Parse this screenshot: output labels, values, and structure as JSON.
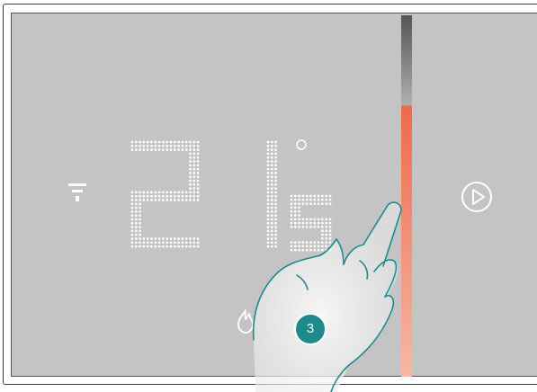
{
  "display": {
    "temperature_tens": "2",
    "temperature_units": "1",
    "temperature_decimal": "5",
    "degree_symbol": "°"
  },
  "setpoint_bar": {
    "level_fraction": 0.75,
    "active_color": "#f07558",
    "inactive_color": "#8a8a8a"
  },
  "icons": {
    "mode": "antenna-signal-icon",
    "play": "play-circle-icon",
    "flame": "flame-icon"
  },
  "callout": {
    "number": "3",
    "color": "#1f8a8e"
  }
}
